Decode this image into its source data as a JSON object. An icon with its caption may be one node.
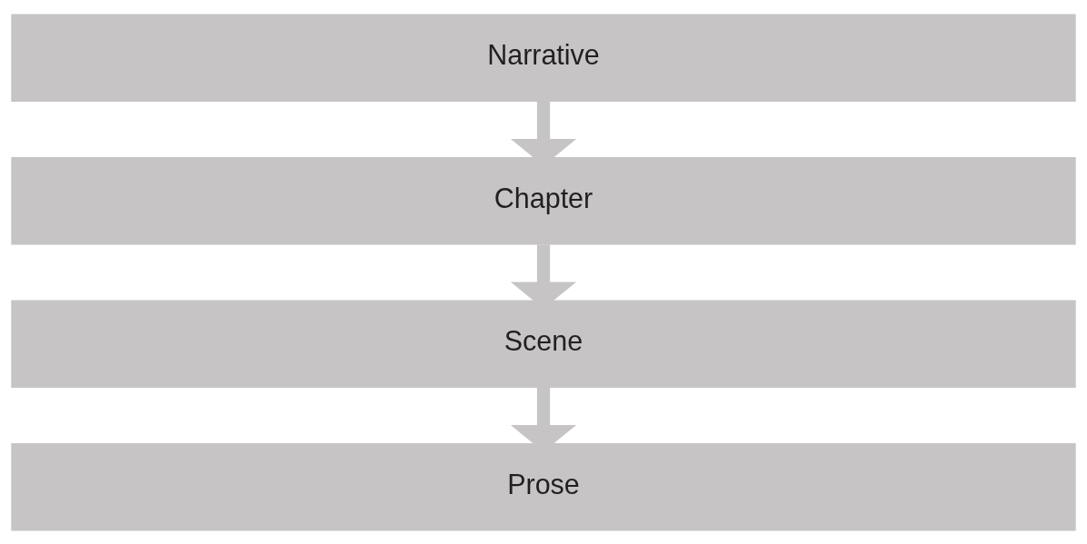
{
  "diagram": {
    "nodes": [
      {
        "text": [
          "Narrative"
        ]
      },
      {
        "text": [
          "Chapter"
        ]
      },
      {
        "text": [
          "Scene"
        ]
      },
      {
        "text": [
          "Prose"
        ]
      }
    ],
    "edges": [
      {
        "from": 0,
        "to": 1,
        "arrow": "to"
      },
      {
        "from": 1,
        "to": 2,
        "arrow": "to"
      },
      {
        "from": 2,
        "to": 3,
        "arrow": "to"
      }
    ]
  }
}
